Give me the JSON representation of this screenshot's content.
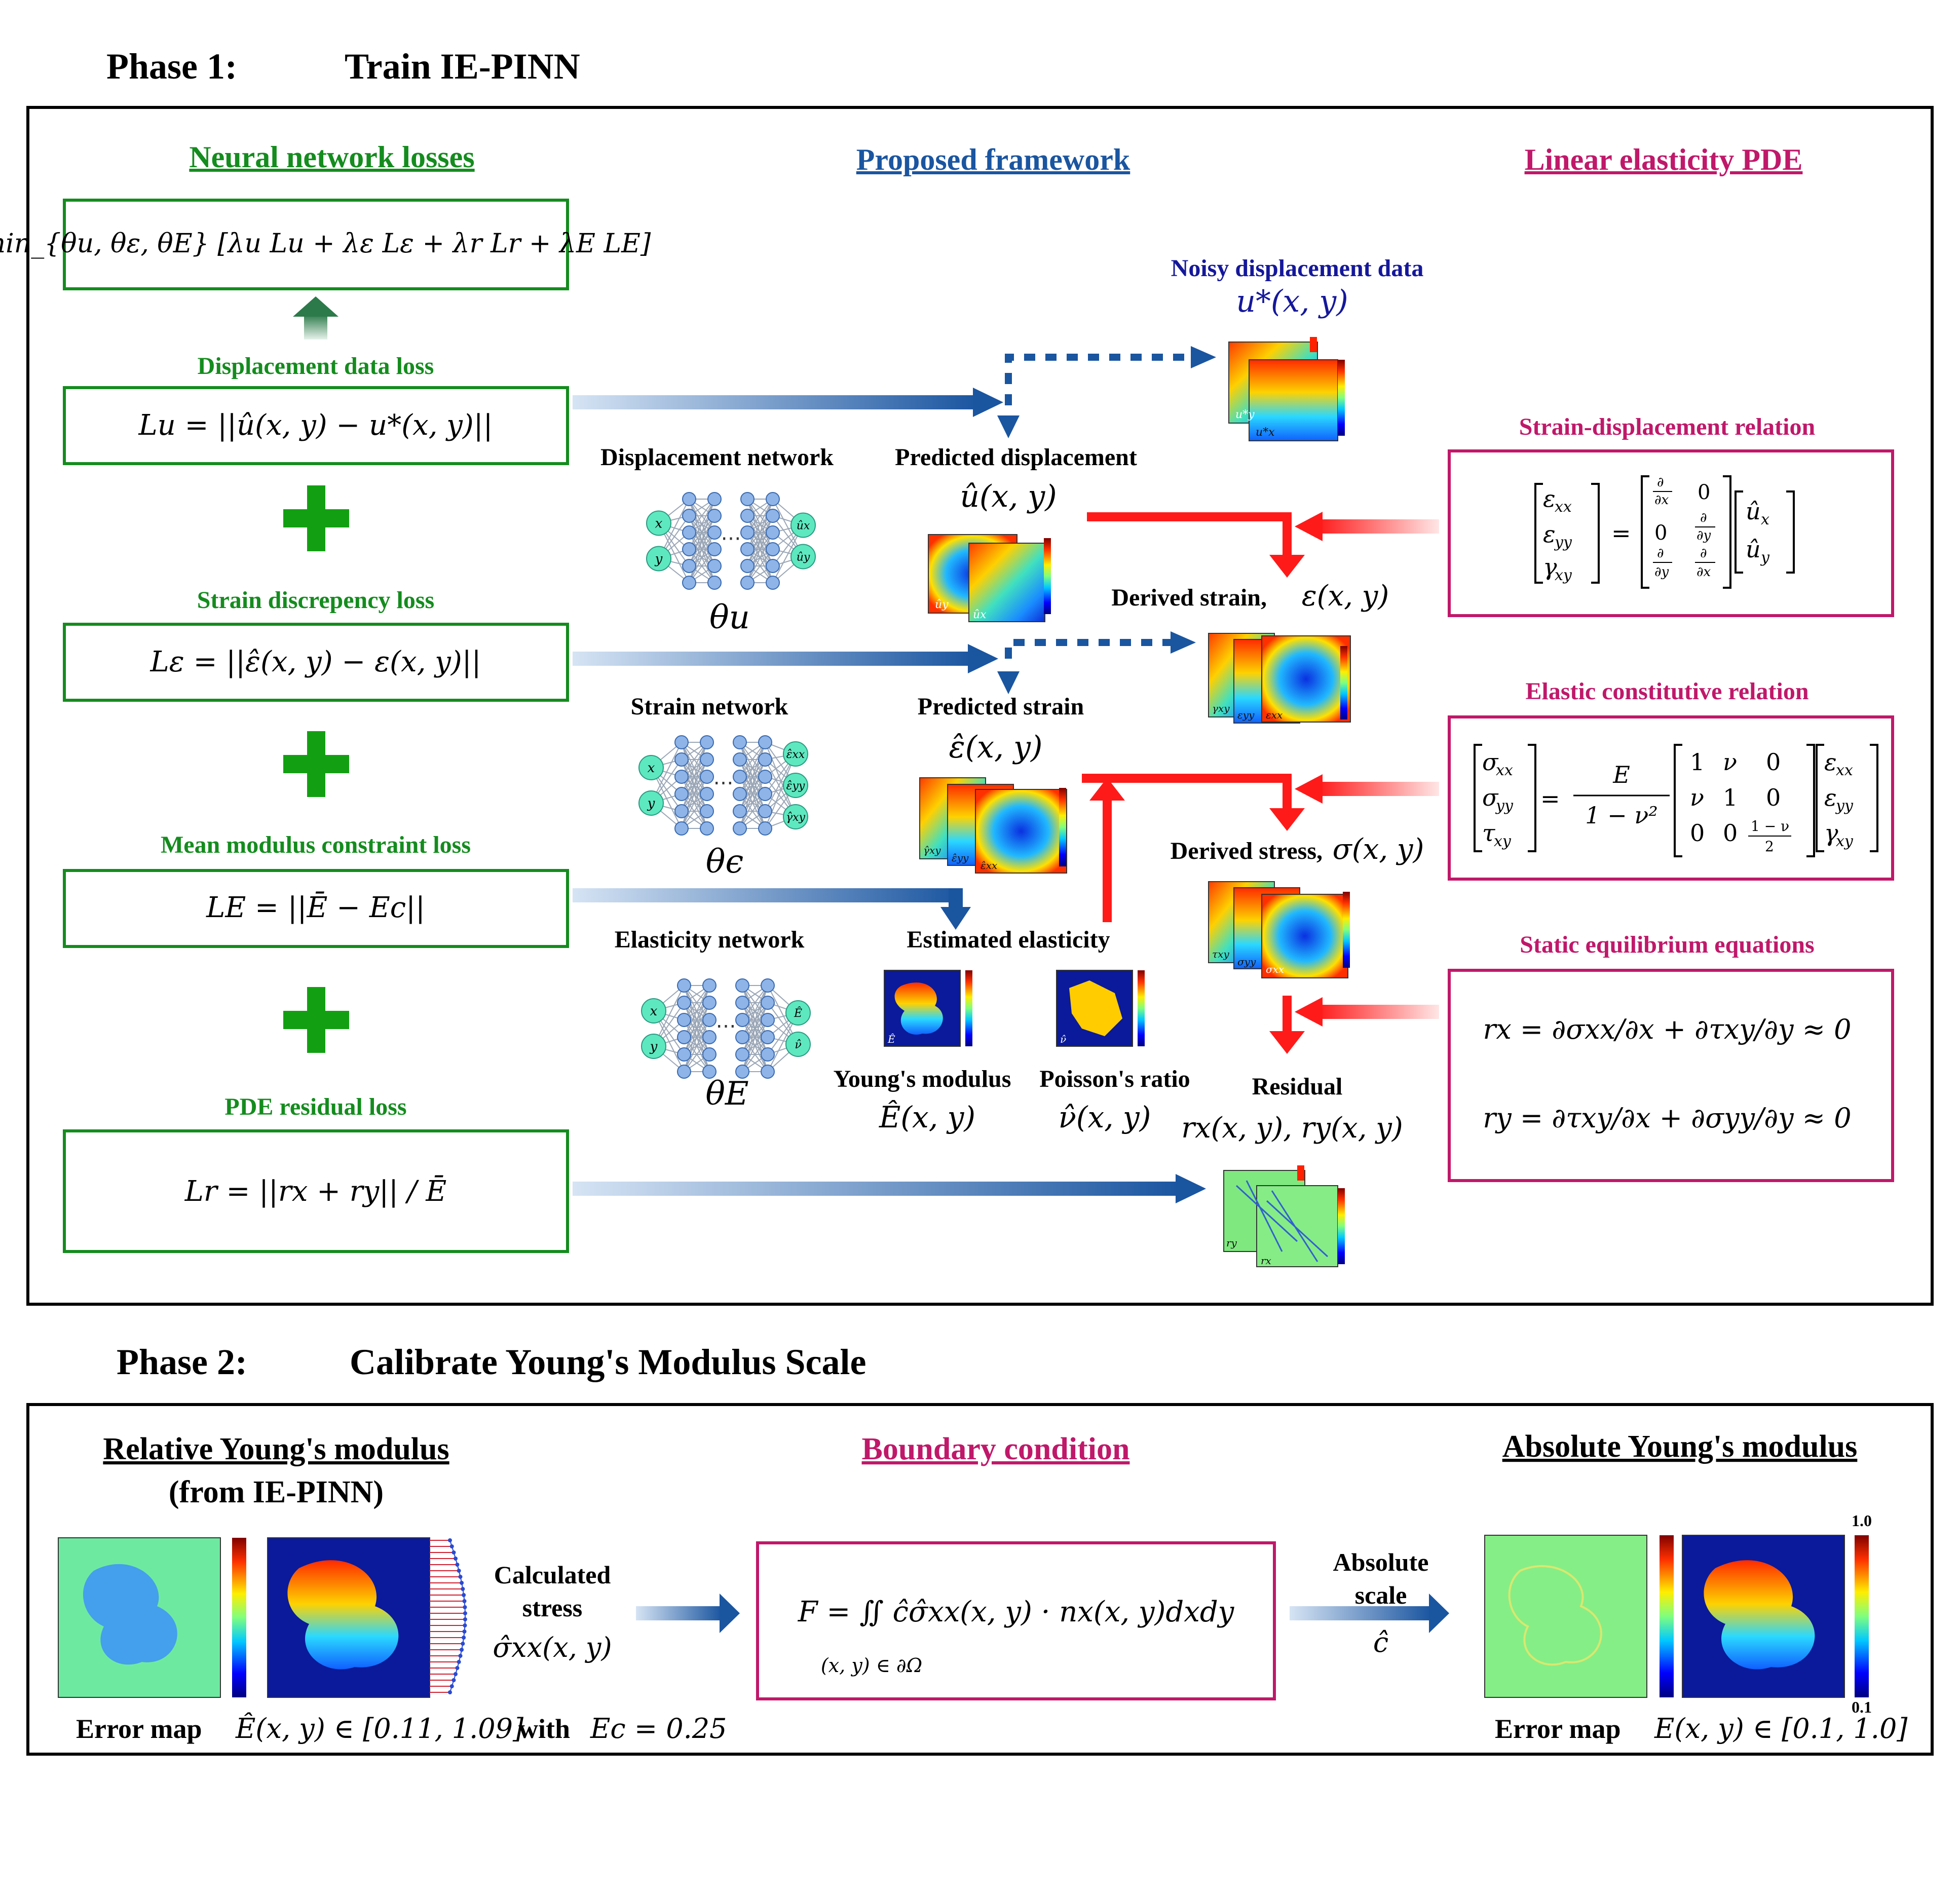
{
  "phase1": {
    "label": "Phase 1:",
    "title": "Train IE-PINN",
    "columns": {
      "left": "Neural network losses",
      "middle": "Proposed framework",
      "right": "Linear elasticity PDE"
    },
    "total_loss": "min_{θu, θε, θE} [λu Lu + λε Lε + λr Lr + λE LE]",
    "losses": [
      {
        "title": "Displacement data loss",
        "formula": "Lu = ||û(x, y) − u*(x, y)||"
      },
      {
        "title": "Strain discrepency loss",
        "formula": "Lε = ||ε̂(x, y) − ε(x, y)||"
      },
      {
        "title": "Mean modulus constraint loss",
        "formula": "LE = ||Ē − Ec||"
      },
      {
        "title": "PDE residual loss",
        "formula": "Lr = ||rx + ry|| / Ē"
      }
    ],
    "networks": [
      {
        "title": "Displacement network",
        "param": "θu",
        "inputs": [
          "x",
          "y"
        ],
        "outputs": [
          "ûx",
          "ûy"
        ]
      },
      {
        "title": "Strain network",
        "param": "θϵ",
        "inputs": [
          "x",
          "y"
        ],
        "outputs": [
          "ε̂xx",
          "ε̂yy",
          "γ̂xy"
        ]
      },
      {
        "title": "Elasticity network",
        "param": "θE",
        "inputs": [
          "x",
          "y"
        ],
        "outputs": [
          "Ê",
          "ν̂"
        ]
      }
    ],
    "noisy_data": {
      "title": "Noisy displacement data",
      "formula": "u*(x, y)",
      "maps": [
        "u*y",
        "u*x"
      ]
    },
    "pred_disp": {
      "title": "Predicted displacement",
      "formula": "û(x, y)",
      "maps": [
        "ûy",
        "ûx"
      ]
    },
    "derived_strain": {
      "title": "Derived strain,",
      "formula": "ε(x, y)",
      "maps": [
        "γxy",
        "εyy",
        "εxx"
      ]
    },
    "pred_strain": {
      "title": "Predicted strain",
      "formula": "ε̂(x, y)",
      "maps": [
        "γ̂xy",
        "ε̂yy",
        "ε̂xx"
      ]
    },
    "derived_stress": {
      "title": "Derived stress,",
      "formula": "σ(x, y)",
      "maps": [
        "τxy",
        "σyy",
        "σxx"
      ]
    },
    "est_elasticity": {
      "title": "Estimated elasticity"
    },
    "youngs": {
      "title": "Young's modulus",
      "formula": "Ê(x, y)",
      "map": "Ê"
    },
    "poisson": {
      "title": "Poisson's ratio",
      "formula": "ν̂(x, y)",
      "map": "ν̂"
    },
    "residual": {
      "title": "Residual",
      "formula": "rx(x, y), ry(x, y)",
      "maps": [
        "ry",
        "rx"
      ]
    },
    "pde": [
      {
        "title": "Strain-displacement relation"
      },
      {
        "title": "Elastic constitutive relation"
      },
      {
        "title": "Static equilibrium equations",
        "eq1": "rx = ∂σxx/∂x + ∂τxy/∂y ≈ 0",
        "eq2": "ry = ∂τxy/∂x + ∂σyy/∂y ≈ 0"
      }
    ]
  },
  "phase2": {
    "label": "Phase 2:",
    "title": "Calibrate Young's Modulus Scale",
    "left_title": "Relative Young's modulus",
    "left_subtitle": "(from IE-PINN)",
    "middle_title": "Boundary condition",
    "right_title": "Absolute Young's modulus",
    "calc_stress": [
      "Calculated",
      "stress"
    ],
    "calc_stress_formula": "σ̂xx(x, y)",
    "bc_formula": "F = ∬ ĉσ̂xx(x, y) · nx(x, y)dxdy",
    "bc_domain": "(x, y) ∈ ∂Ω",
    "abs_scale": [
      "Absolute",
      "scale"
    ],
    "abs_scale_symbol": "ĉ",
    "error_map_left": "Error map",
    "range_left": "Ê(x, y) ∈ [0.11, 1.09]",
    "with_text": "with",
    "ec_text": "Ec = 0.25",
    "error_map_right": "Error map",
    "range_right": "E(x, y) ∈ [0.1, 1.0]",
    "colorbar_max": "1.0",
    "colorbar_min": "0.1"
  },
  "colors": {
    "green": "#148c1e",
    "blue": "#1a55a0",
    "pink": "#c0186a",
    "navy": "#15189a",
    "red_arrow": "#ff1a1a",
    "plus": "#12a012"
  }
}
